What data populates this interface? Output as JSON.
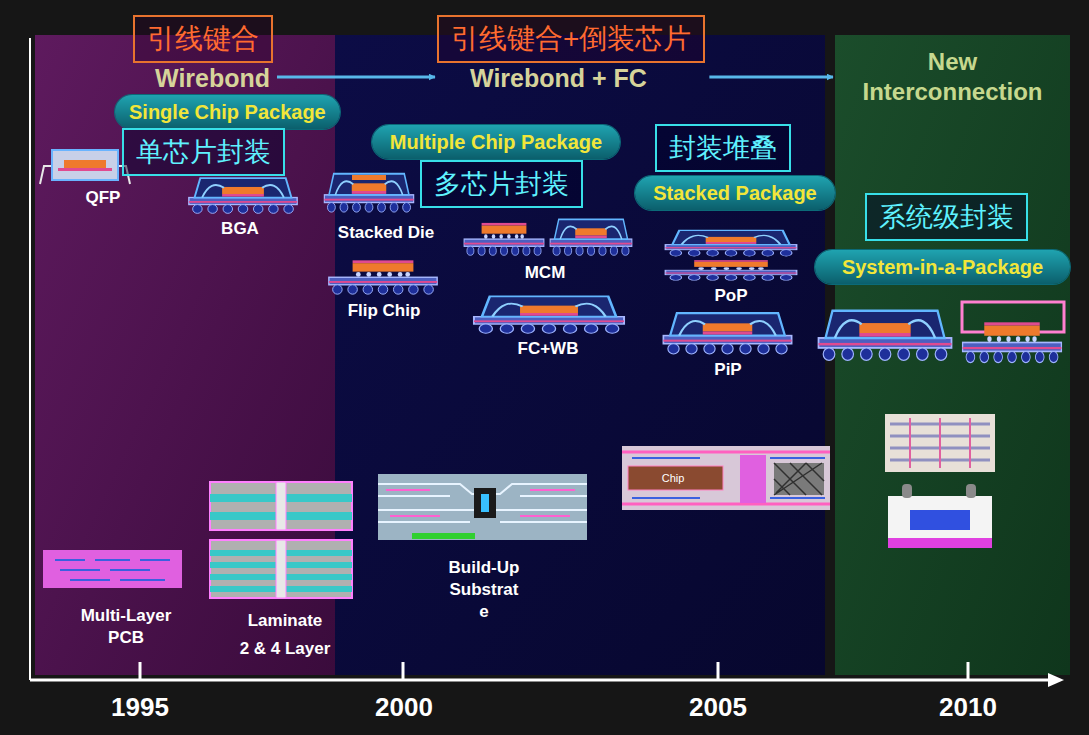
{
  "diagram": {
    "nodes": [
      {
        "text": [
          "引线键合",
          "Wirebond"
        ]
      },
      {
        "text": [
          "引线键合+倒装芯片",
          "Wirebond + FC"
        ]
      },
      {
        "text": [
          "New Interconnection"
        ]
      },
      {
        "text": [
          "Single Chip Package"
        ]
      },
      {
        "text": [
          "单芯片封装"
        ]
      },
      {
        "text": [
          "Multiple Chip Package"
        ]
      },
      {
        "text": [
          "多芯片封装"
        ]
      },
      {
        "text": [
          "封装堆叠"
        ]
      },
      {
        "text": [
          "Stacked Package"
        ]
      },
      {
        "text": [
          "系统级封装"
        ],
        "in": 2
      },
      {
        "text": [
          "System-in-a-Package"
        ],
        "in": 2
      }
    ],
    "edges": [
      {
        "from": 0,
        "to": 1,
        "arrow": "to"
      },
      {
        "from": 1,
        "to": 2,
        "arrow": "to"
      }
    ],
    "labels": [
      "QFP",
      "BGA",
      "Stacked Die",
      "Flip Chip",
      "MCM",
      "FC+WB",
      "PoP",
      "PiP",
      "Chip",
      "Multi-Layer PCB",
      "Laminate",
      "2 & 4 Layer",
      "Build-Up Substrat e",
      "1995",
      "2000",
      "2005",
      "2010"
    ]
  }
}
